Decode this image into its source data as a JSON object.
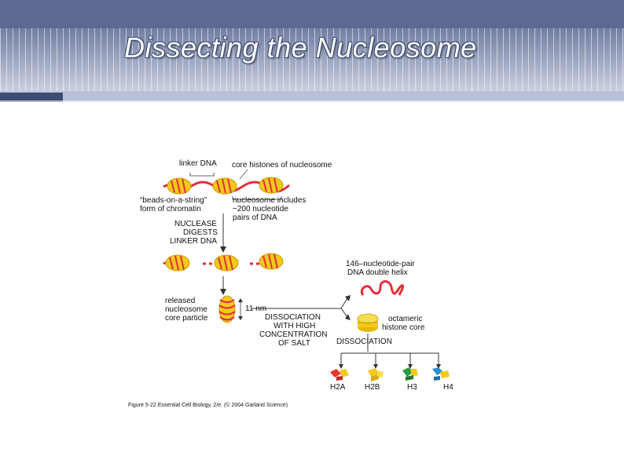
{
  "slide": {
    "title": "Dissecting the Nucleosome"
  },
  "figure": {
    "labels": {
      "linker_dna": "linker DNA",
      "core_histones": "core histones of nucleosome",
      "beads_1": "“beads-on-a-string”",
      "beads_2": "form of chromatin",
      "includes_1": "nucleosome includes",
      "includes_2": "~200 nucleotide",
      "includes_3": "pairs of DNA",
      "nuclease_1": "NUCLEASE",
      "nuclease_2": "DIGESTS",
      "nuclease_3": "LINKER DNA",
      "released_1": "released",
      "released_2": "nucleosome",
      "released_3": "core particle",
      "size": "11 nm",
      "helix_1": "146–nucleotide-pair",
      "helix_2": "DNA double helix",
      "dissoc_salt_1": "DISSOCIATION",
      "dissoc_salt_2": "WITH HIGH",
      "dissoc_salt_3": "CONCENTRATION",
      "dissoc_salt_4": "OF SALT",
      "octamer_1": "octameric",
      "octamer_2": "histone core",
      "dissociation": "DISSOCIATION",
      "h2a": "H2A",
      "h2b": "H2B",
      "h3": "H3",
      "h4": "H4"
    },
    "caption": "Figure 5-22  Essential Cell Biology, 2/e. (© 2004 Garland Science)"
  },
  "colors": {
    "header_dark": "#5d6a91",
    "header_light": "#d7dcea",
    "dna": "#e0303a",
    "histone": "#f2c91c",
    "h2a": "#e8352f",
    "h2b": "#f2c91c",
    "h3": "#2c9a3f",
    "h4": "#2a8fd0"
  }
}
